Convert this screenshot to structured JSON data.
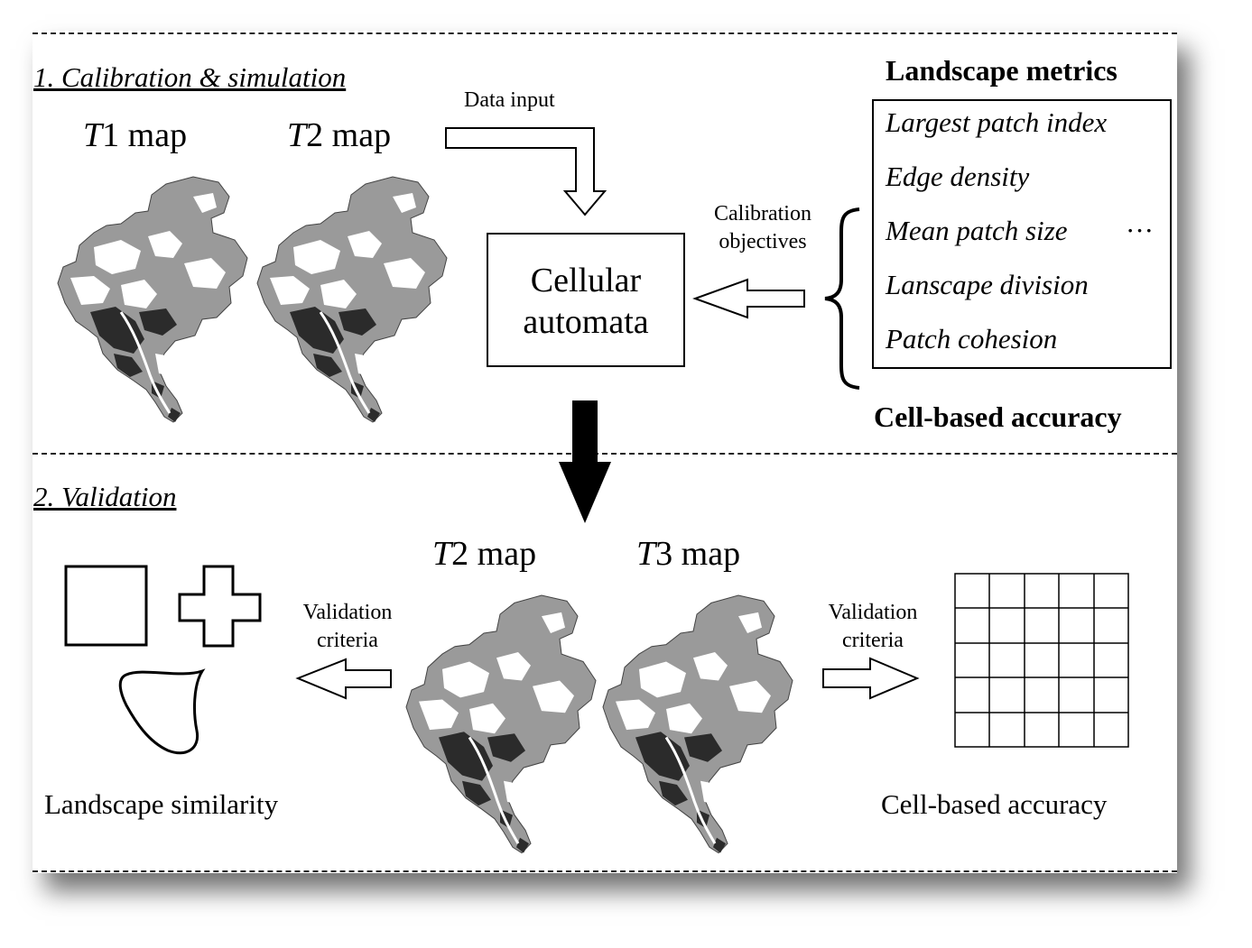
{
  "section1": {
    "title": "1. Calibration & simulation"
  },
  "section2": {
    "title": "2. Validation"
  },
  "maps_top": [
    {
      "prefix": "T",
      "rest": "1 map"
    },
    {
      "prefix": "T",
      "rest": "2 map"
    }
  ],
  "maps_bottom": [
    {
      "prefix": "T",
      "rest": "2 map"
    },
    {
      "prefix": "T",
      "rest": "3 map"
    }
  ],
  "data_input_label": "Data input",
  "cellular_automata": {
    "line1": "Cellular",
    "line2": "automata"
  },
  "calibration_objectives": {
    "line1": "Calibration",
    "line2": "objectives"
  },
  "landscape_metrics_title": "Landscape metrics",
  "metrics": [
    "Largest patch index",
    "Edge density",
    "Mean patch size",
    "Lanscape division",
    "Patch cohesion"
  ],
  "metrics_ellipsis": "···",
  "cell_based_accuracy_top": "Cell-based accuracy",
  "validation_criteria_left": {
    "line1": "Validation",
    "line2": "criteria"
  },
  "validation_criteria_right": {
    "line1": "Validation",
    "line2": "criteria"
  },
  "landscape_similarity_label": "Landscape similarity",
  "cell_based_accuracy_bottom": "Cell-based accuracy",
  "colors": {
    "urban": "#2b2b2b",
    "nonurban": "#9a9a9a",
    "background": "#ffffff",
    "shadow": "#555555"
  }
}
